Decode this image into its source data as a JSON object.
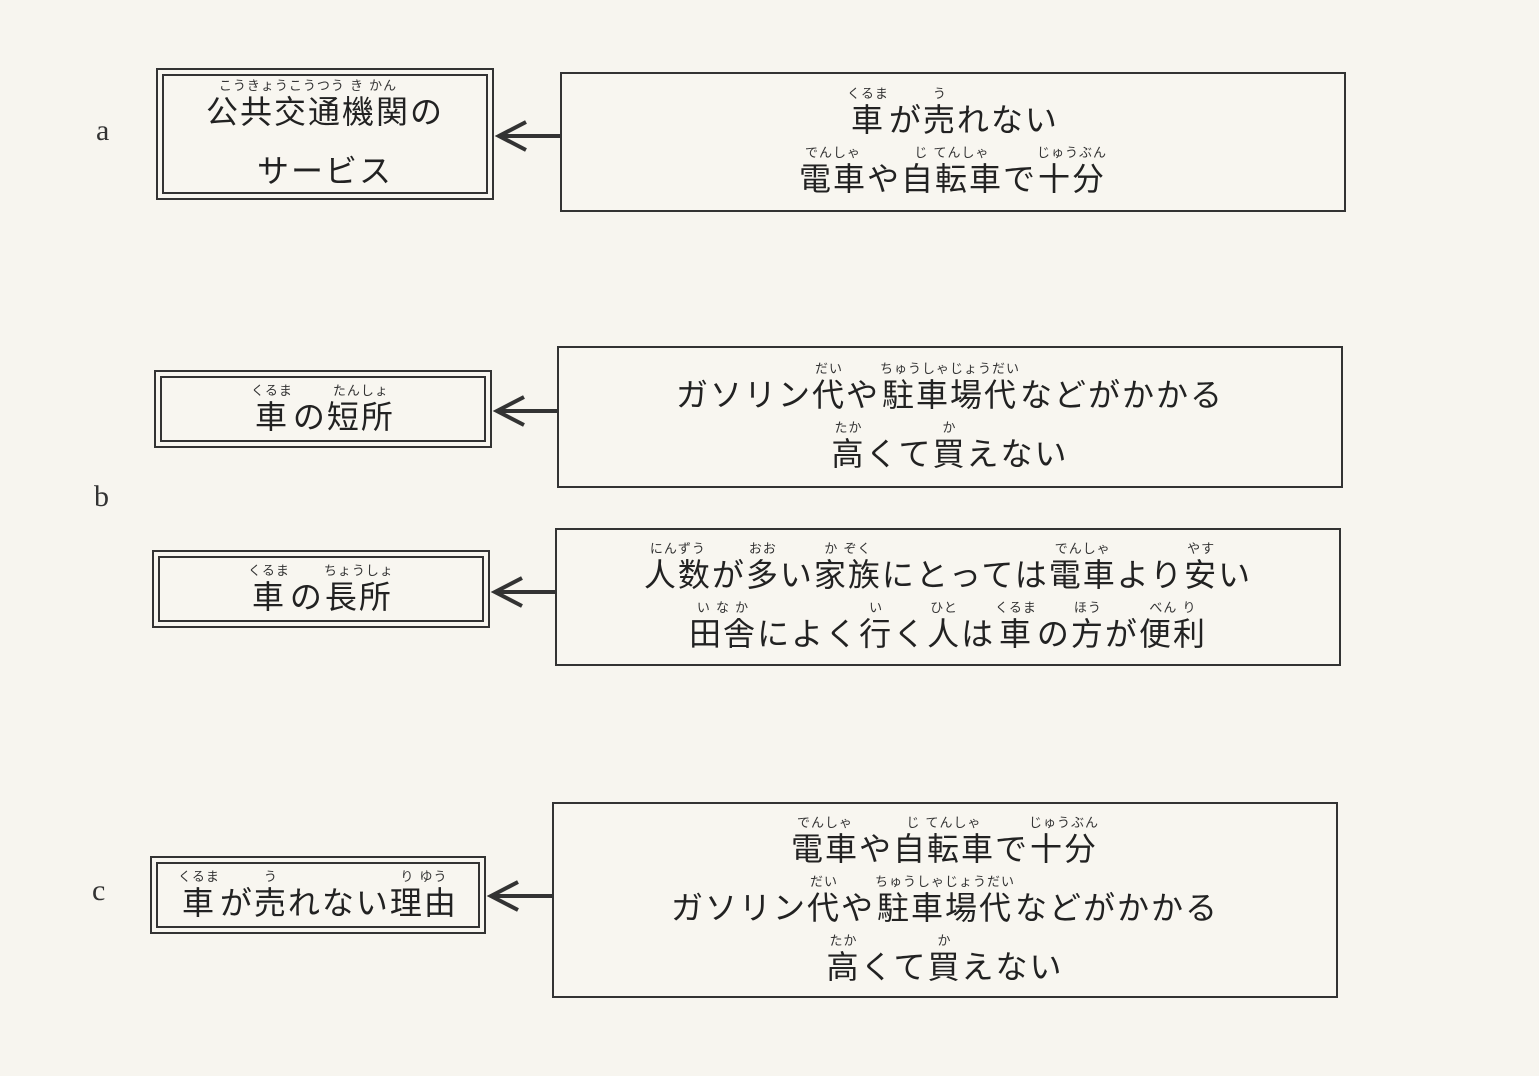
{
  "sections": [
    {
      "letter": "a",
      "left_box": {
        "lines": [
          [
            {
              "t": "公共交通機関",
              "r": "こうきょうこうつう き かん"
            },
            {
              "t": "の",
              "r": ""
            }
          ],
          [
            {
              "t": "サービス",
              "r": ""
            }
          ]
        ]
      },
      "right_box": {
        "lines": [
          [
            {
              "t": "車",
              "r": "くるま"
            },
            {
              "t": "が",
              "r": ""
            },
            {
              "t": "売",
              "r": "う"
            },
            {
              "t": "れない",
              "r": ""
            }
          ],
          [
            {
              "t": "電車",
              "r": "でんしゃ"
            },
            {
              "t": "や",
              "r": ""
            },
            {
              "t": "自転車",
              "r": "じ てんしゃ"
            },
            {
              "t": "で",
              "r": ""
            },
            {
              "t": "十分",
              "r": "じゅうぶん"
            }
          ]
        ]
      }
    },
    {
      "letter": "b",
      "rows": [
        {
          "left_box": {
            "lines": [
              [
                {
                  "t": "車",
                  "r": "くるま"
                },
                {
                  "t": "の",
                  "r": ""
                },
                {
                  "t": "短所",
                  "r": "たんしょ"
                }
              ]
            ]
          },
          "right_box": {
            "lines": [
              [
                {
                  "t": "ガソリン",
                  "r": ""
                },
                {
                  "t": "代",
                  "r": "だい"
                },
                {
                  "t": "や",
                  "r": ""
                },
                {
                  "t": "駐車場代",
                  "r": "ちゅうしゃじょうだい"
                },
                {
                  "t": "などがかかる",
                  "r": ""
                }
              ],
              [
                {
                  "t": "高",
                  "r": "たか"
                },
                {
                  "t": "くて",
                  "r": ""
                },
                {
                  "t": "買",
                  "r": "か"
                },
                {
                  "t": "えない",
                  "r": ""
                }
              ]
            ]
          }
        },
        {
          "left_box": {
            "lines": [
              [
                {
                  "t": "車",
                  "r": "くるま"
                },
                {
                  "t": "の",
                  "r": ""
                },
                {
                  "t": "長所",
                  "r": "ちょうしょ"
                }
              ]
            ]
          },
          "right_box": {
            "lines": [
              [
                {
                  "t": "人数",
                  "r": "にんずう"
                },
                {
                  "t": "が",
                  "r": ""
                },
                {
                  "t": "多",
                  "r": "おお"
                },
                {
                  "t": "い",
                  "r": ""
                },
                {
                  "t": "家族",
                  "r": "か ぞく"
                },
                {
                  "t": "にとっては",
                  "r": ""
                },
                {
                  "t": "電車",
                  "r": "でんしゃ"
                },
                {
                  "t": "より",
                  "r": ""
                },
                {
                  "t": "安",
                  "r": "やす"
                },
                {
                  "t": "い",
                  "r": ""
                }
              ],
              [
                {
                  "t": "田舎",
                  "r": "い な か"
                },
                {
                  "t": "によく",
                  "r": ""
                },
                {
                  "t": "行",
                  "r": "い"
                },
                {
                  "t": "く",
                  "r": ""
                },
                {
                  "t": "人",
                  "r": "ひと"
                },
                {
                  "t": "は",
                  "r": ""
                },
                {
                  "t": "車",
                  "r": "くるま"
                },
                {
                  "t": "の",
                  "r": ""
                },
                {
                  "t": "方",
                  "r": "ほう"
                },
                {
                  "t": "が",
                  "r": ""
                },
                {
                  "t": "便利",
                  "r": "べん り"
                }
              ]
            ]
          }
        }
      ]
    },
    {
      "letter": "c",
      "left_box": {
        "lines": [
          [
            {
              "t": "車",
              "r": "くるま"
            },
            {
              "t": "が",
              "r": ""
            },
            {
              "t": "売",
              "r": "う"
            },
            {
              "t": "れない",
              "r": ""
            },
            {
              "t": "理由",
              "r": "り ゆう"
            }
          ]
        ]
      },
      "right_box": {
        "lines": [
          [
            {
              "t": "電車",
              "r": "でんしゃ"
            },
            {
              "t": "や",
              "r": ""
            },
            {
              "t": "自転車",
              "r": "じ てんしゃ"
            },
            {
              "t": "で",
              "r": ""
            },
            {
              "t": "十分",
              "r": "じゅうぶん"
            }
          ],
          [
            {
              "t": "ガソリン",
              "r": ""
            },
            {
              "t": "代",
              "r": "だい"
            },
            {
              "t": "や",
              "r": ""
            },
            {
              "t": "駐車場代",
              "r": "ちゅうしゃじょうだい"
            },
            {
              "t": "などがかかる",
              "r": ""
            }
          ],
          [
            {
              "t": "高",
              "r": "たか"
            },
            {
              "t": "くて",
              "r": ""
            },
            {
              "t": "買",
              "r": "か"
            },
            {
              "t": "えない",
              "r": ""
            }
          ]
        ]
      }
    }
  ]
}
